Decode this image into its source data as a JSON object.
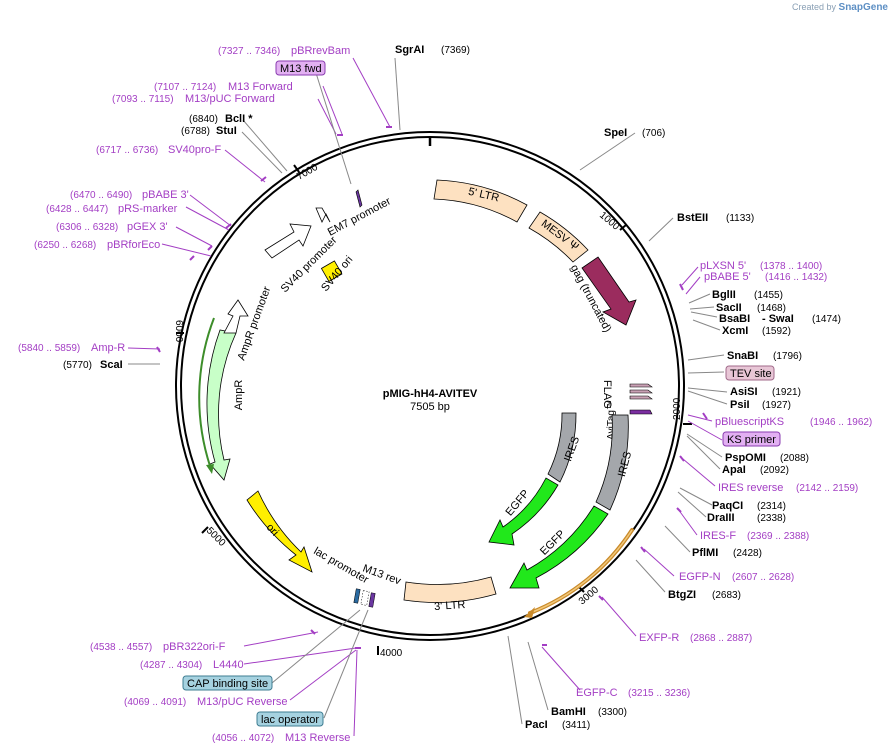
{
  "credit": {
    "prefix": "Created by",
    "brand": "SnapGene"
  },
  "plasmid": {
    "name": "pMIG-hH4-AVITEV",
    "length_label": "7505 bp"
  },
  "ticks": [
    "1000",
    "2000",
    "3000",
    "4000",
    "5000",
    "6000",
    "7000"
  ],
  "enzymes": [
    {
      "name": "SgrAI",
      "pos": "(7369)"
    },
    {
      "name": "SpeI",
      "pos": "(706)"
    },
    {
      "name": "BstEII",
      "pos": "(1133)"
    },
    {
      "name": "BglII",
      "pos": "(1455)"
    },
    {
      "name": "SacII",
      "pos": "(1468)"
    },
    {
      "name": "BsaBI",
      "pos": "(1474)"
    },
    {
      "name": "- SwaI",
      "pos": ""
    },
    {
      "name": "XcmI",
      "pos": "(1592)"
    },
    {
      "name": "SnaBI",
      "pos": "(1796)"
    },
    {
      "name": "AsiSI",
      "pos": "(1921)"
    },
    {
      "name": "PsiI",
      "pos": "(1927)"
    },
    {
      "name": "PspOMI",
      "pos": "(2088)"
    },
    {
      "name": "ApaI",
      "pos": "(2092)"
    },
    {
      "name": "PaqCI",
      "pos": "(2314)"
    },
    {
      "name": "DraIII",
      "pos": "(2338)"
    },
    {
      "name": "PflMI",
      "pos": "(2428)"
    },
    {
      "name": "BtgZI",
      "pos": "(2683)"
    },
    {
      "name": "BamHI",
      "pos": "(3300)"
    },
    {
      "name": "PacI",
      "pos": "(3411)"
    },
    {
      "name": "ScaI",
      "pos": "(5770)"
    },
    {
      "name": "StuI",
      "pos": "(6788)"
    },
    {
      "name": "BclI *",
      "pos": "(6840)"
    }
  ],
  "primers": [
    {
      "name": "pBRrevBam",
      "pos": "(7327 .. 7346)"
    },
    {
      "name": "M13 Forward",
      "pos": "(7107 .. 7124)"
    },
    {
      "name": "M13/pUC Forward",
      "pos": "(7093 .. 7115)"
    },
    {
      "name": "SV40pro-F",
      "pos": "(6717 .. 6736)"
    },
    {
      "name": "pBABE 3'",
      "pos": "(6470 .. 6490)"
    },
    {
      "name": "pRS-marker",
      "pos": "(6428 .. 6447)"
    },
    {
      "name": "pGEX 3'",
      "pos": "(6306 .. 6328)"
    },
    {
      "name": "pBRforEco",
      "pos": "(6250 .. 6268)"
    },
    {
      "name": "Amp-R",
      "pos": "(5840 .. 5859)"
    },
    {
      "name": "pLXSN 5'",
      "pos": "(1378 .. 1400)"
    },
    {
      "name": "pBABE 5'",
      "pos": "(1416 .. 1432)"
    },
    {
      "name": "pBluescriptKS",
      "pos": "(1946 .. 1962)"
    },
    {
      "name": "IRES reverse",
      "pos": "(2142 .. 2159)"
    },
    {
      "name": "IRES-F",
      "pos": "(2369 .. 2388)"
    },
    {
      "name": "EGFP-N",
      "pos": "(2607 .. 2628)"
    },
    {
      "name": "EXFP-R",
      "pos": "(2868 .. 2887)"
    },
    {
      "name": "EGFP-C",
      "pos": "(3215 .. 3236)"
    },
    {
      "name": "pBR322ori-F",
      "pos": "(4538 .. 4557)"
    },
    {
      "name": "L4440",
      "pos": "(4287 .. 4304)"
    },
    {
      "name": "M13/pUC Reverse",
      "pos": "(4069 .. 4091)"
    },
    {
      "name": "M13 Reverse",
      "pos": "(4056 .. 4072)"
    }
  ],
  "boxed_labels": {
    "m13fwd": "M13 fwd",
    "tev": "TEV site",
    "ks": "KS primer",
    "cap": "CAP binding site",
    "lacop": "lac operator"
  },
  "features": {
    "ltr5": "5' LTR",
    "mesv": "MESV Ψ",
    "gag": "gag (truncated)",
    "flag": "FLAG",
    "avitag": "AviTag™",
    "ires_inner": "IRES",
    "ires_outer": "IRES",
    "egfp_inner": "EGFP",
    "egfp_outer": "EGFP",
    "ltr3": "3' LTR",
    "lac_promoter": "lac promoter",
    "m13rev": "M13 rev",
    "ori": "ori",
    "ampr": "AmpR",
    "ampr_promoter": "AmpR promoter",
    "sv40_promoter": "SV40 promoter",
    "sv40_ori": "SV40 ori",
    "em7": "EM7 promoter"
  },
  "colors": {
    "ltr": "#fde1c1",
    "gag": "#9b2c5e",
    "egfp": "#21e81b",
    "ires": "#a4a7ab",
    "ori": "#ffef00",
    "ampr": "#c8ffc8",
    "primer": "#a33ec4",
    "exfp": "#c98a2a"
  }
}
